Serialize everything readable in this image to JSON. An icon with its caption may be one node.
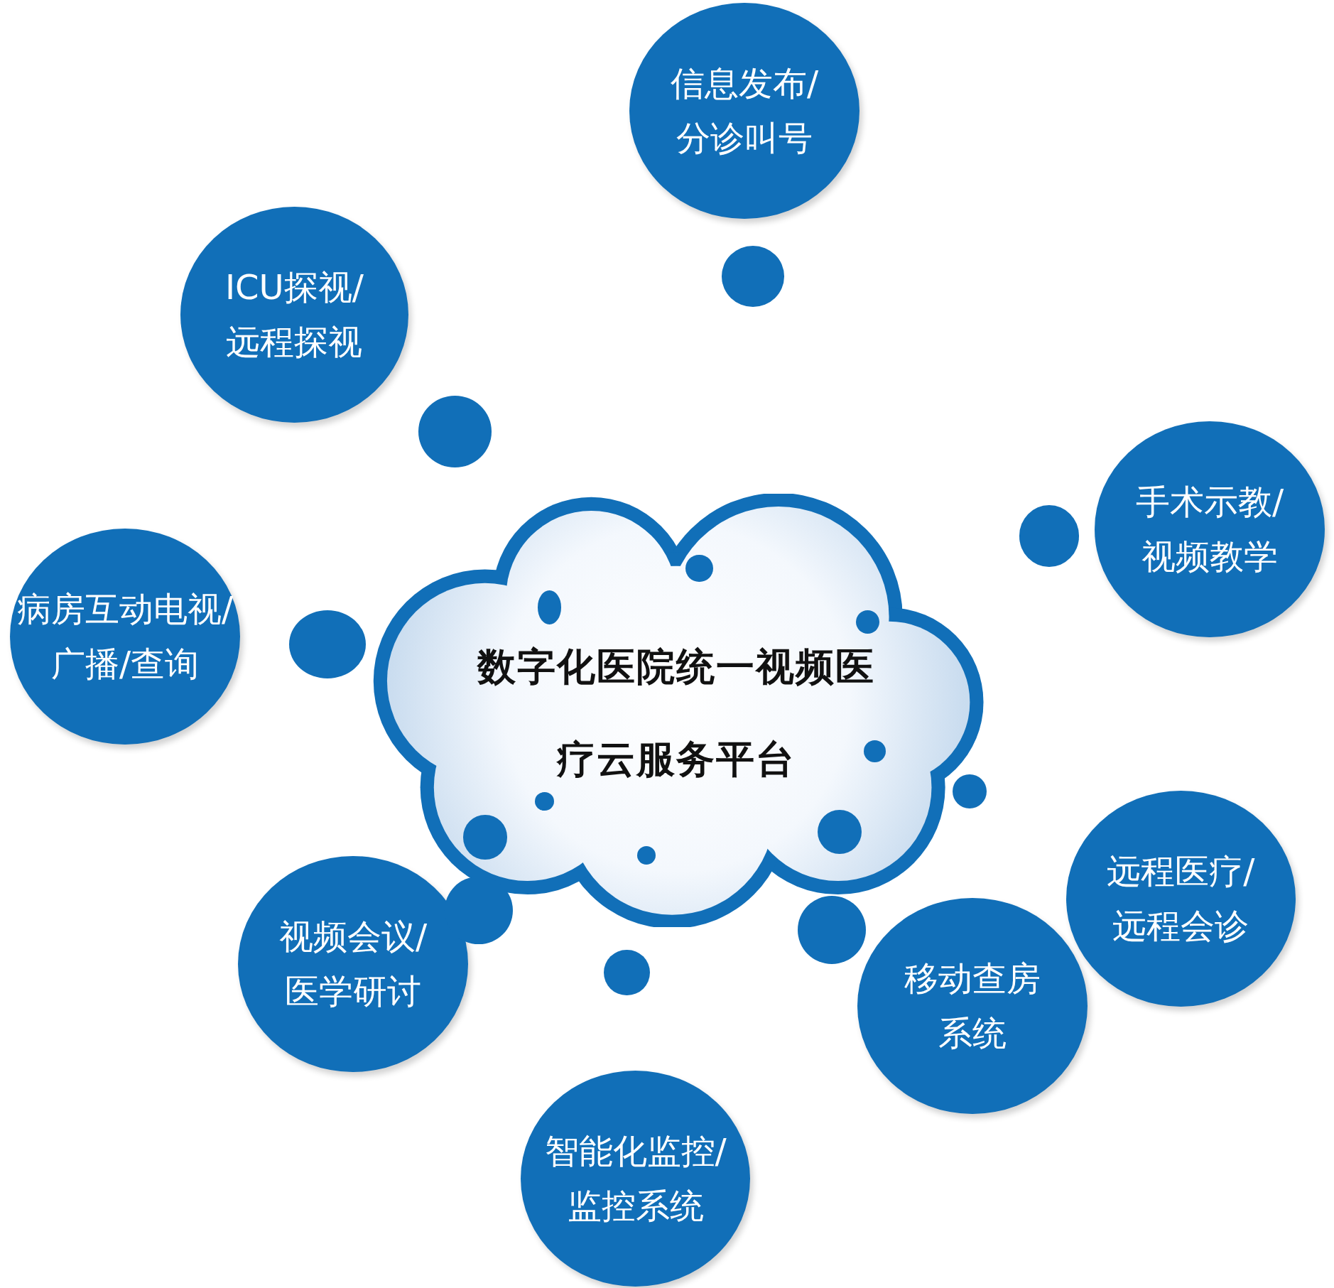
{
  "diagram": {
    "nodes": [
      {
        "text": [
          "数字化医院统一视频医疗云服务平台"
        ]
      },
      {
        "text": [
          "信息发布/分诊叫号"
        ]
      },
      {
        "text": [
          "ICU探视/远程探视"
        ]
      },
      {
        "text": [
          "手术示教/视频教学"
        ]
      },
      {
        "text": [
          "病房互动电视/广播/查询"
        ]
      },
      {
        "text": [
          "远程医疗/远程会诊"
        ]
      },
      {
        "text": [
          "视频会议/医学研讨"
        ]
      },
      {
        "text": [
          "移动查房系统"
        ]
      },
      {
        "text": [
          "智能化监控/监控系统"
        ]
      },
      {
        "text": [],
        "shape": "circle"
      },
      {
        "text": [],
        "shape": "circle"
      },
      {
        "text": [],
        "shape": "circle"
      },
      {
        "text": [],
        "shape": "circle",
        "in": 0
      },
      {
        "text": [],
        "shape": "circle",
        "in": 0
      },
      {
        "text": [],
        "shape": "circle",
        "in": 0
      },
      {
        "text": [],
        "shape": "circle"
      },
      {
        "text": [],
        "shape": "circle",
        "in": 0
      },
      {
        "text": [],
        "shape": "circle"
      },
      {
        "text": [],
        "shape": "circle",
        "in": 0
      },
      {
        "text": [],
        "shape": "circle",
        "in": 0
      },
      {
        "text": [],
        "shape": "circle",
        "in": 0
      },
      {
        "text": [],
        "shape": "circle",
        "in": 0
      },
      {
        "text": [],
        "shape": "circle"
      },
      {
        "text": [],
        "shape": "circle"
      },
      {
        "text": [],
        "shape": "circle"
      }
    ]
  }
}
